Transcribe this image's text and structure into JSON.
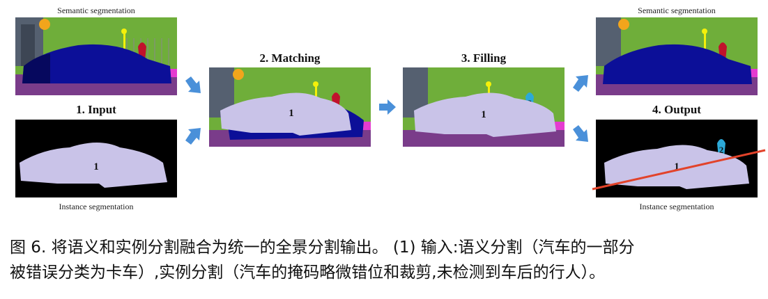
{
  "diagram": {
    "top_left_caption": "Semantic segmentation",
    "bottom_left_caption": "Instance segmentation",
    "top_right_caption": "Semantic segmentation",
    "bottom_right_caption": "Instance segmentation",
    "step1_title": "1. Input",
    "step2_title": "2. Matching",
    "step3_title": "3. Filling",
    "step4_title": "4. Output",
    "instance_label_1": "1",
    "instance_label_2": "2",
    "colors": {
      "sky": "#6fae3a",
      "road": "#7a3c8a",
      "car_semantic": "#0c0f98",
      "pink_strip": "#e53bd0",
      "instance_car": "#c9c3e8",
      "instance_bg": "#000000",
      "arrow": "#4a90d9",
      "person_red": "#c0122c",
      "person_blue": "#2ca9d8",
      "red_line": "#e2432a"
    }
  },
  "caption": {
    "line1": "图 6. 将语义和实例分割融合为统一的全景分割输出。 (1) 输入:语义分割（汽车的一部分",
    "line2": "被错误分类为卡车）,实例分割（汽车的掩码略微错位和裁剪,未检测到车后的行人）。"
  }
}
